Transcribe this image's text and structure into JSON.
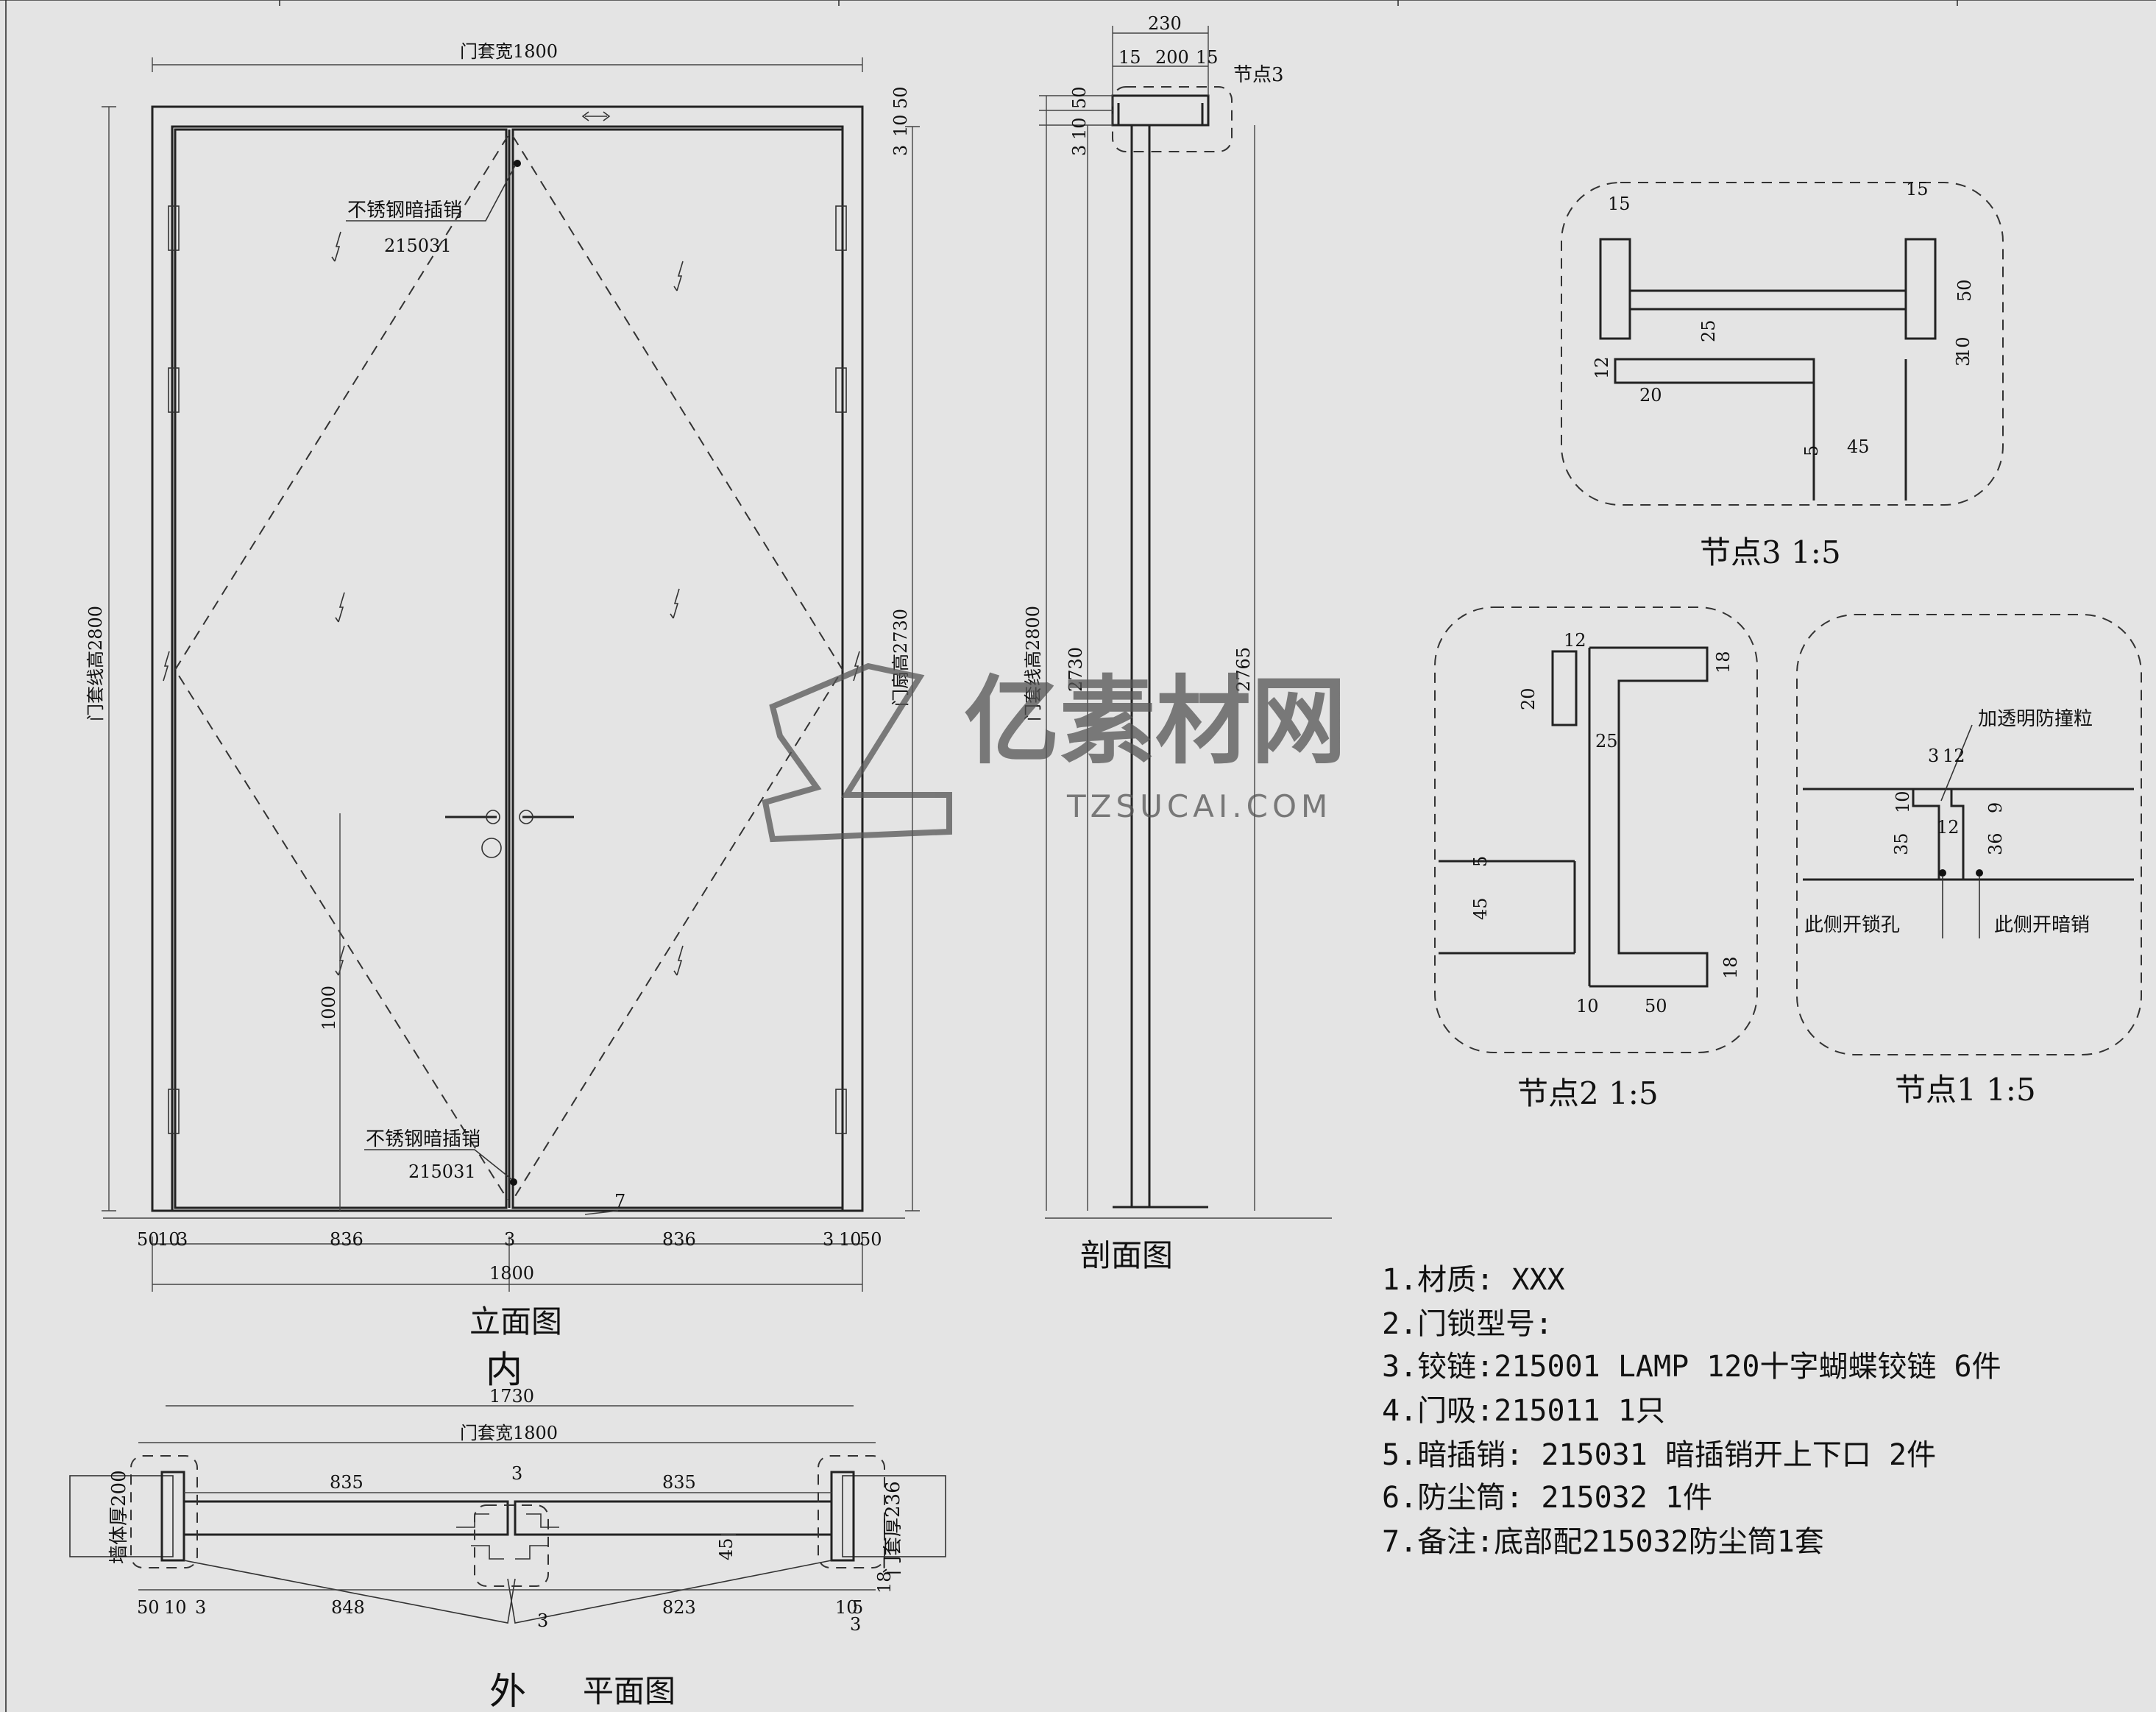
{
  "elevation": {
    "title": "立面图",
    "side_label": "内",
    "dim_top": "门套宽1800",
    "dim_left": "门套线高2800",
    "dim_inner_height": "门扇高2730",
    "dim_right_a": "50",
    "dim_right_b": "10",
    "dim_right_c": "3",
    "handle_height": "1000",
    "bolt_top_label": "不锈钢暗插销",
    "bolt_top_code": "215031",
    "bolt_bottom_label": "不锈钢暗插销",
    "bolt_bottom_code": "215031",
    "gap_bottom": "7",
    "bottom_dims": [
      "50",
      "10",
      "3",
      "836",
      "3",
      "836",
      "3",
      "10",
      "50"
    ],
    "bottom_total": "1800"
  },
  "section": {
    "title": "剖面图",
    "dim_width": "230",
    "dim_parts": [
      "15",
      "200",
      "15"
    ],
    "node_ref": "节点3",
    "dim_top": [
      "50",
      "10",
      "3"
    ],
    "dim_height_a": "门套线高2800",
    "dim_height_b": "2730",
    "dim_height_c": "2765"
  },
  "plan": {
    "title": "平面图",
    "side_inner": "内",
    "side_outer": "外",
    "dim_1730": "1730",
    "dim_width": "门套宽1800",
    "leaf_left": "835",
    "leaf_right": "835",
    "gap": "3",
    "wall": "墙体厚200",
    "frame": "门套厚236",
    "thickness": "45",
    "bottom_dims": [
      "50",
      "10",
      "3",
      "848",
      "823",
      "10",
      "5"
    ],
    "dim_18": "18",
    "swing_gap_left": "3",
    "swing_gap_right": "3"
  },
  "node3": {
    "title": "节点3  1:5",
    "dims": [
      "15",
      "15",
      "50",
      "25",
      "10",
      "3",
      "12",
      "20",
      "5",
      "45"
    ]
  },
  "node2": {
    "title": "节点2  1:5",
    "dims": [
      "12",
      "18",
      "20",
      "25",
      "5",
      "45",
      "18",
      "10",
      "50"
    ]
  },
  "node1": {
    "title": "节点1  1:5",
    "label_top": "加透明防撞粒",
    "dims": [
      "3",
      "12",
      "10",
      "9",
      "12",
      "35",
      "36"
    ],
    "label_left": "此侧开锁孔",
    "label_right": "此侧开暗销"
  },
  "notes": [
    "1.材质: XXX",
    "2.门锁型号:",
    "3.铰链:215001 LAMP 120十字蝴蝶铰链 6件",
    "4.门吸:215011  1只",
    "5.暗插销: 215031 暗插销开上下口 2件",
    "6.防尘筒: 215032 1件",
    "7.备注:底部配215032防尘筒1套"
  ],
  "watermark": {
    "text": "亿素材网",
    "sub": "TZSUCAI.COM"
  }
}
